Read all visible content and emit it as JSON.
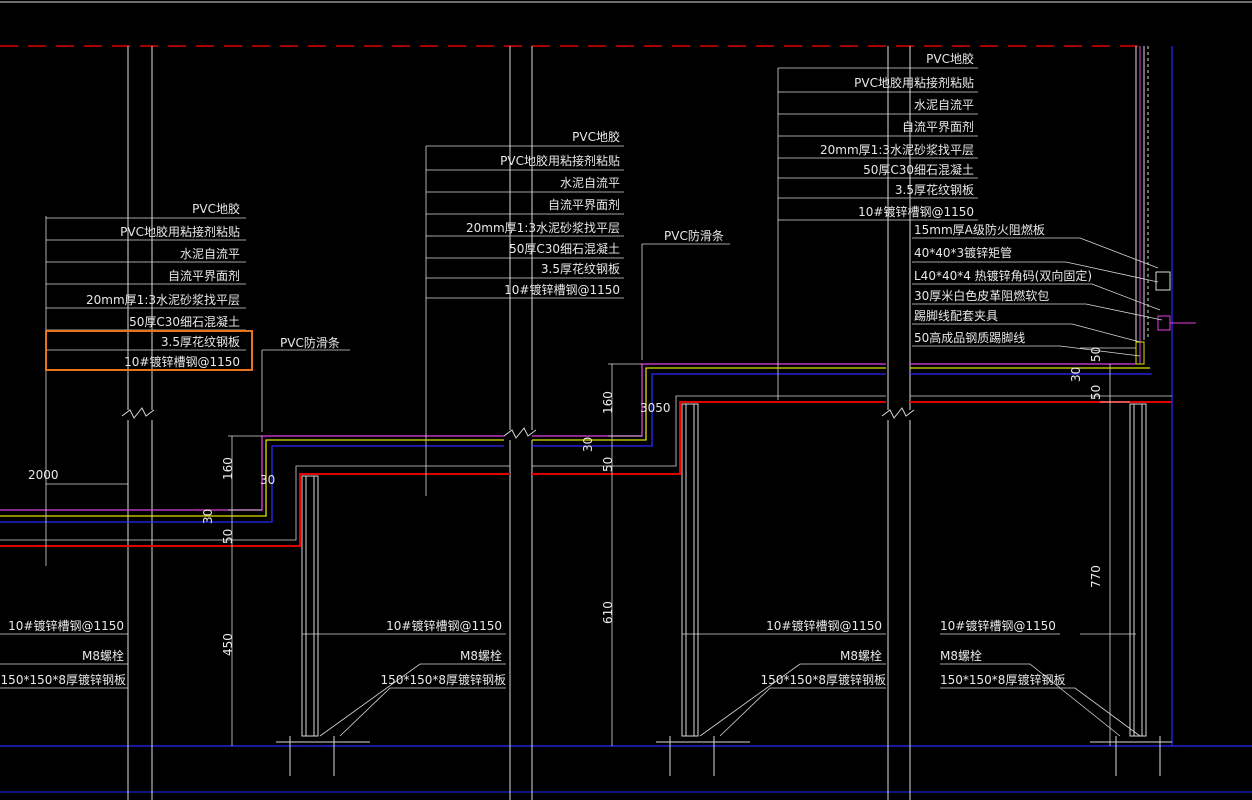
{
  "colors": {
    "background": "#000000",
    "line_white": "#d8d8d8",
    "line_red": "#e00000",
    "line_blue": "#2828ff",
    "line_magenta": "#e040e0",
    "line_yellow": "#e0e000",
    "highlight": "#e8731c"
  },
  "callouts": {
    "left": [
      "PVC地胶",
      "PVC地胶用粘接剂粘贴",
      "水泥自流平",
      "自流平界面剂",
      "20mm厚1:3水泥砂浆找平层",
      "50厚C30细石混凝土",
      "3.5厚花纹钢板",
      "10#镀锌槽钢@1150"
    ],
    "middle": [
      "PVC地胶",
      "PVC地胶用粘接剂粘贴",
      "水泥自流平",
      "自流平界面剂",
      "20mm厚1:3水泥砂浆找平层",
      "50厚C30细石混凝土",
      "3.5厚花纹钢板",
      "10#镀锌槽钢@1150"
    ],
    "right": [
      "PVC地胶",
      "PVC地胶用粘接剂粘贴",
      "水泥自流平",
      "自流平界面剂",
      "20mm厚1:3水泥砂浆找平层",
      "50厚C30细石混凝土",
      "3.5厚花纹钢板",
      "10#镀锌槽钢@1150"
    ],
    "wall": [
      "15mm厚A级防火阻燃板",
      "40*40*3镀锌矩管",
      "L40*40*4 热镀锌角码(双向固定)",
      "30厚米白色皮革阻燃软包",
      "踢脚线配套夹具",
      "50高成品钢质踢脚线"
    ],
    "anti_slip_left": "PVC防滑条",
    "anti_slip_middle": "PVC防滑条"
  },
  "support_labels": {
    "channel": "10#镀锌槽钢@1150",
    "bolt": "M8螺栓",
    "plate": "150*150*8厚镀锌钢板",
    "left_channel": "10#镀锌槽钢@1150",
    "left_bolt": "M8螺栓",
    "left_plate": "150*150*8厚镀锌钢板"
  },
  "dimensions": {
    "d2000": "2000",
    "d160a": "160",
    "d30a": "30",
    "d30b": "30",
    "d50a": "50",
    "d450": "450",
    "d160b": "160",
    "d30c": "30",
    "d50b": "50",
    "d3050": "3050",
    "d610": "610",
    "d50c": "50",
    "d30d": "30",
    "d50d": "50",
    "d770": "770"
  }
}
